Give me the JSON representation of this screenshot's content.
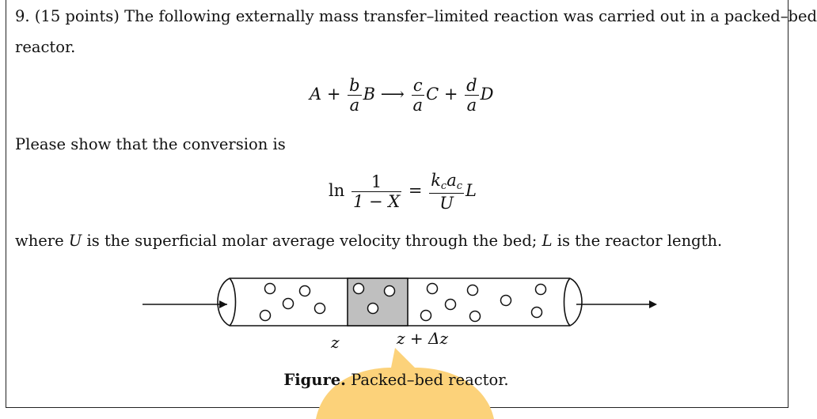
{
  "problem": {
    "intro_line1": "9. (15 points) The following externally mass transfer–limited reaction was carried out in a packed–bed",
    "intro_line2": "reactor.",
    "reaction": {
      "A": "A",
      "plus1": "+",
      "b": "b",
      "a1": "a",
      "B": "B",
      "arrow": "⟶",
      "c": "c",
      "a2": "a",
      "C": "C",
      "plus2": "+",
      "d": "d",
      "a3": "a",
      "D": "D"
    },
    "show_text": "Please show that the conversion is",
    "conversion": {
      "ln": "ln",
      "one": "1",
      "one_minus_X": "1 − X",
      "equals": "=",
      "k": "k",
      "k_sub": "c",
      "a": "a",
      "a_sub": "c",
      "U": "U",
      "L": "L"
    },
    "where_text": {
      "part1": "where ",
      "U": "U",
      "part2": " is the superficial molar average velocity through the bed; ",
      "L": "L",
      "part3": " is the reactor length."
    }
  },
  "figure": {
    "label_z": "z",
    "label_z_dz": "z + Δz",
    "caption_bold": "Figure.",
    "caption_text": "Packed–bed reactor.",
    "shaded_color": "#bfbfbf",
    "watermark_color": "#fcd27a"
  }
}
